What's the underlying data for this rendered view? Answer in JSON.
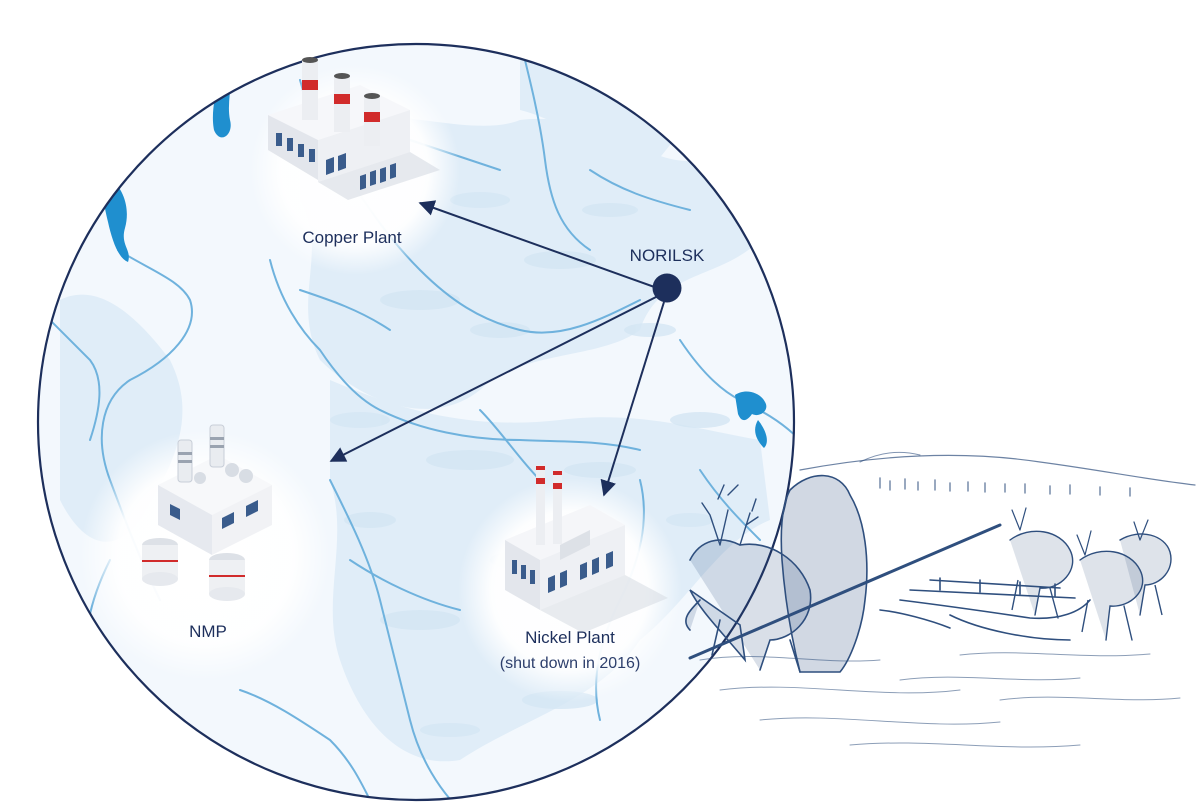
{
  "map": {
    "city": {
      "name": "NORILSK"
    },
    "sites": [
      {
        "id": "copper",
        "name": "Copper Plant",
        "note": ""
      },
      {
        "id": "nmp",
        "name": "NMP",
        "note": ""
      },
      {
        "id": "nickel",
        "name": "Nickel Plant",
        "note": "(shut down in 2016)"
      }
    ]
  },
  "colors": {
    "background": "#ffffff",
    "map_land": "#e6f1fa",
    "map_land_light": "#f3f8fd",
    "rivers": "#6fb2dd",
    "lakes": "#1f8fcf",
    "circle_border": "#1d2f5c",
    "city_dot": "#1d2f5c",
    "arrows": "#1d2f5c",
    "label_text": "#1d2f5c",
    "chimney_stripe": "#d12b2b",
    "building_front": "#e5e8ee",
    "building_side": "#f4f5f8",
    "windows": "#3a5c8c",
    "illustration_ink": "#2f4f7e"
  },
  "icons": {
    "copper": "factory-with-red-striped-chimneys-icon",
    "nmp": "plant-with-cooling-towers-and-tanks-icon",
    "nickel": "factory-with-two-chimneys-icon",
    "illustration": "reindeer-sled-herders-sketch"
  }
}
